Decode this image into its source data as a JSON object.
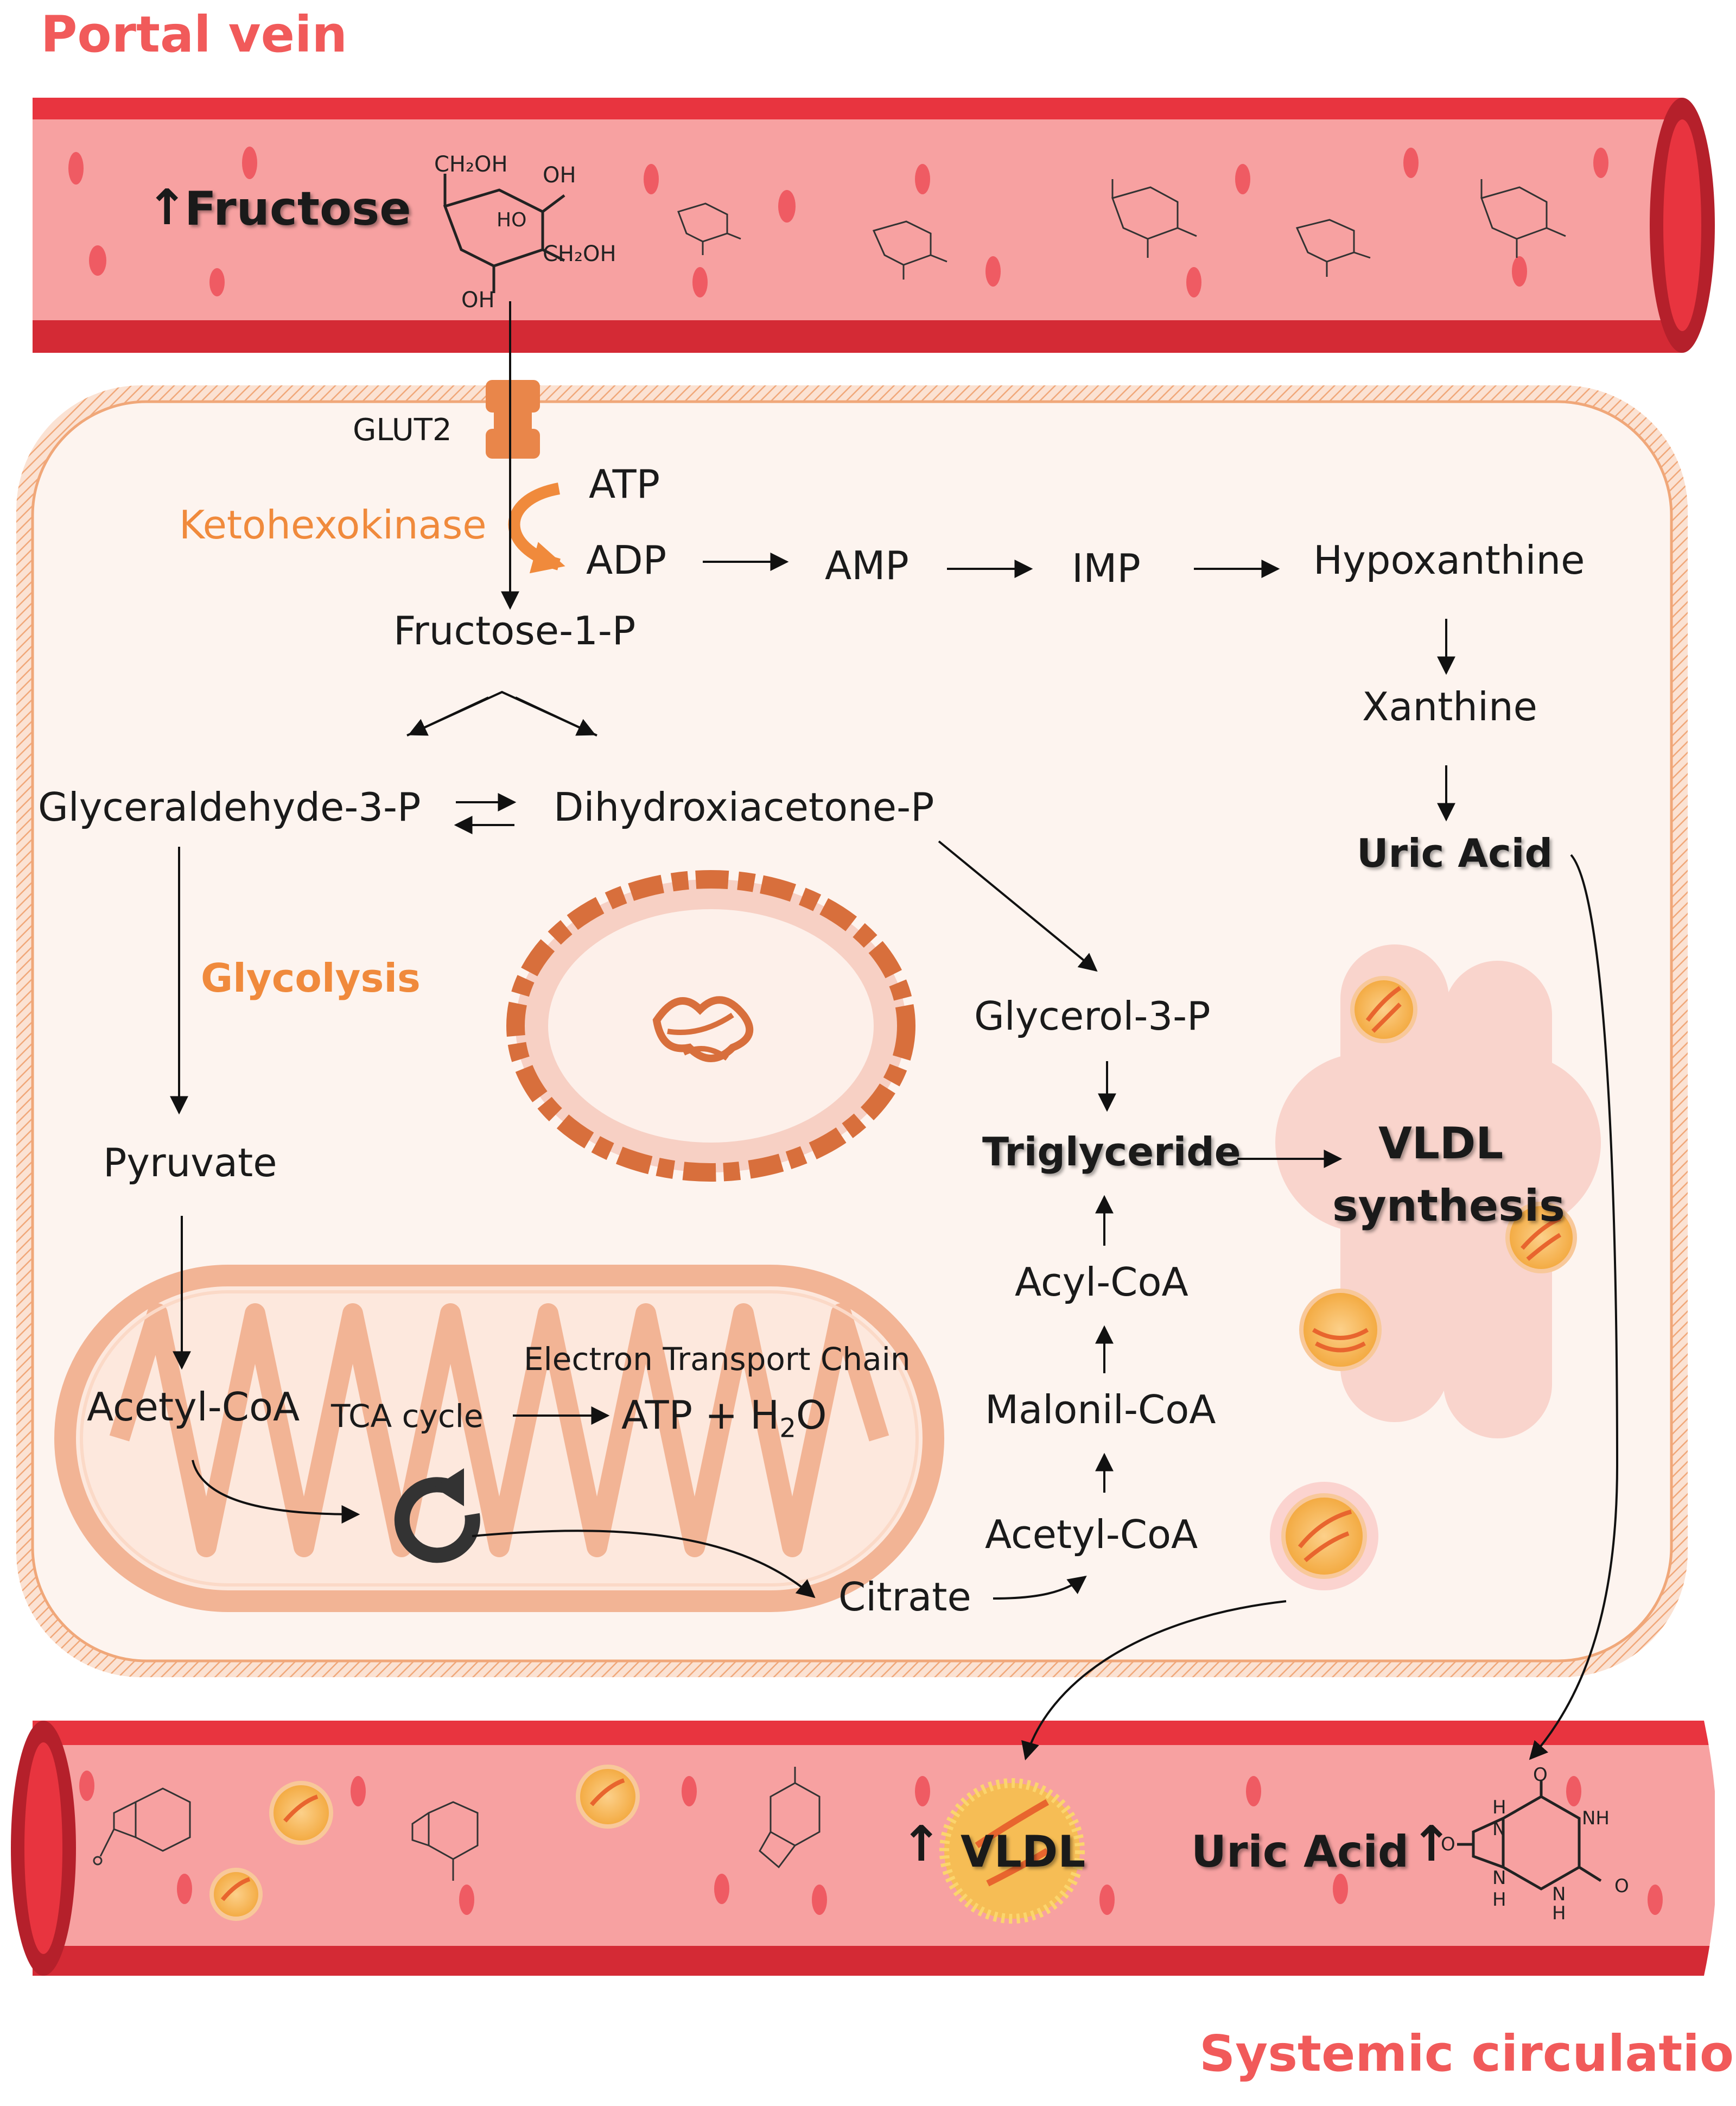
{
  "titles": {
    "portal_vein": "Portal vein",
    "systemic_circulation": "Systemic circulation"
  },
  "portal": {
    "fructose_label": "Fructose",
    "arrow_up": "↑",
    "fructose_groups": [
      "CH₂OH",
      "OH",
      "HO",
      "CH₂OH",
      "OH"
    ]
  },
  "cell": {
    "glut2": "GLUT2",
    "ketohexokinase": "Ketohexokinase",
    "atp": "ATP",
    "adp": "ADP",
    "amp": "AMP",
    "imp": "IMP",
    "hypoxanthine": "Hypoxanthine",
    "xanthine": "Xanthine",
    "uric_acid": "Uric Acid",
    "fructose_1_p": "Fructose-1-P",
    "glyceraldehyde_3_p": "Glyceraldehyde-3-P",
    "dihydroxiacetone_p": "Dihydroxiacetone-P",
    "glycolysis": "Glycolysis",
    "pyruvate": "Pyruvate",
    "acetyl_coa_left": "Acetyl-CoA",
    "tca_cycle": "TCA cycle",
    "etc": "Electron Transport Chain",
    "atp_h2o": "ATP + H",
    "atp_h2o_sub": "2",
    "atp_h2o_end": "O",
    "citrate": "Citrate",
    "glycerol_3_p": "Glycerol-3-P",
    "triglyceride": "Triglyceride",
    "acyl_coa": "Acyl-CoA",
    "malonil_coa": "Malonil-CoA",
    "acetyl_coa_right": "Acetyl-CoA",
    "vldl_synthesis_1": "VLDL",
    "vldl_synthesis_2": "synthesis"
  },
  "systemic": {
    "arrow_up": "↑",
    "vldl": "VLDL",
    "uric_acid": "Uric Acid",
    "uric_groups": [
      "O",
      "NH",
      "H",
      "N",
      "O",
      "N",
      "H",
      "N",
      "H",
      "O"
    ]
  },
  "colors": {
    "vessel_wall": "#e8343f",
    "vessel_dark": "#b5202b",
    "vessel_lumen": "#f7a1a1",
    "rbc": "#ef5b63",
    "cell_fill": "#fdf4ef",
    "cell_border": "#f0a779",
    "title_red": "#f15a5a",
    "orange": "#f08a3c",
    "mito": "#f2b495",
    "vldl_particle": "#f7b75a"
  }
}
